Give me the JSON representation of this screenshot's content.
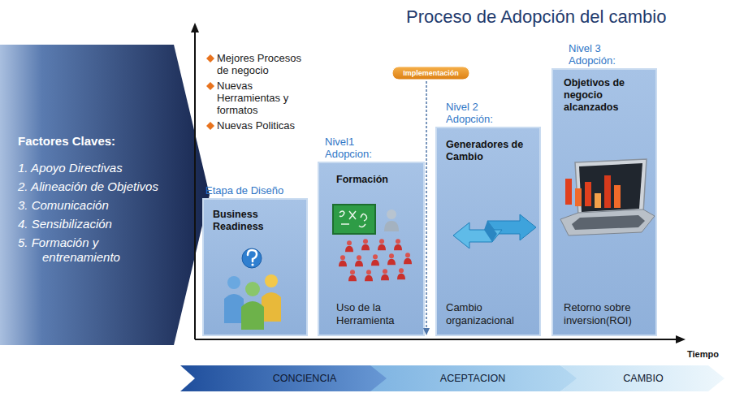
{
  "diagram": {
    "title": "Proceso de Adopción del cambio",
    "nodes": [
      {
        "text": [
          "Factores Claves:",
          "1. Apoyo Directivas",
          "2. Alineación de Objetivos",
          "3. Comunicación",
          "4. Sensibilización",
          "5. Formación y entrenamiento"
        ]
      },
      {
        "text": [
          "Etapa de Diseño",
          "Business Readiness"
        ]
      },
      {
        "text": [
          "Nivel1 Adopcion:",
          "Formación",
          "Uso de la Herramienta"
        ]
      },
      {
        "text": [
          "Implementación"
        ]
      },
      {
        "text": [
          "Nivel 2 Adopción:",
          "Generadores de Cambio",
          "Cambio organizacional"
        ]
      },
      {
        "text": [
          "Nivel 3 Adopción:",
          "Objetivos de negocio alcanzados",
          "Retorno sobre inversion(ROI)"
        ]
      },
      {
        "text": [
          "CONCIENCIA"
        ]
      },
      {
        "text": [
          "ACEPTACION"
        ]
      },
      {
        "text": [
          "CAMBIO"
        ]
      }
    ],
    "labels": [
      "Mejores Procesos de negocio",
      "Nuevas Herramientas y formatos",
      "Nuevas Politicas",
      "Tiempo"
    ]
  }
}
